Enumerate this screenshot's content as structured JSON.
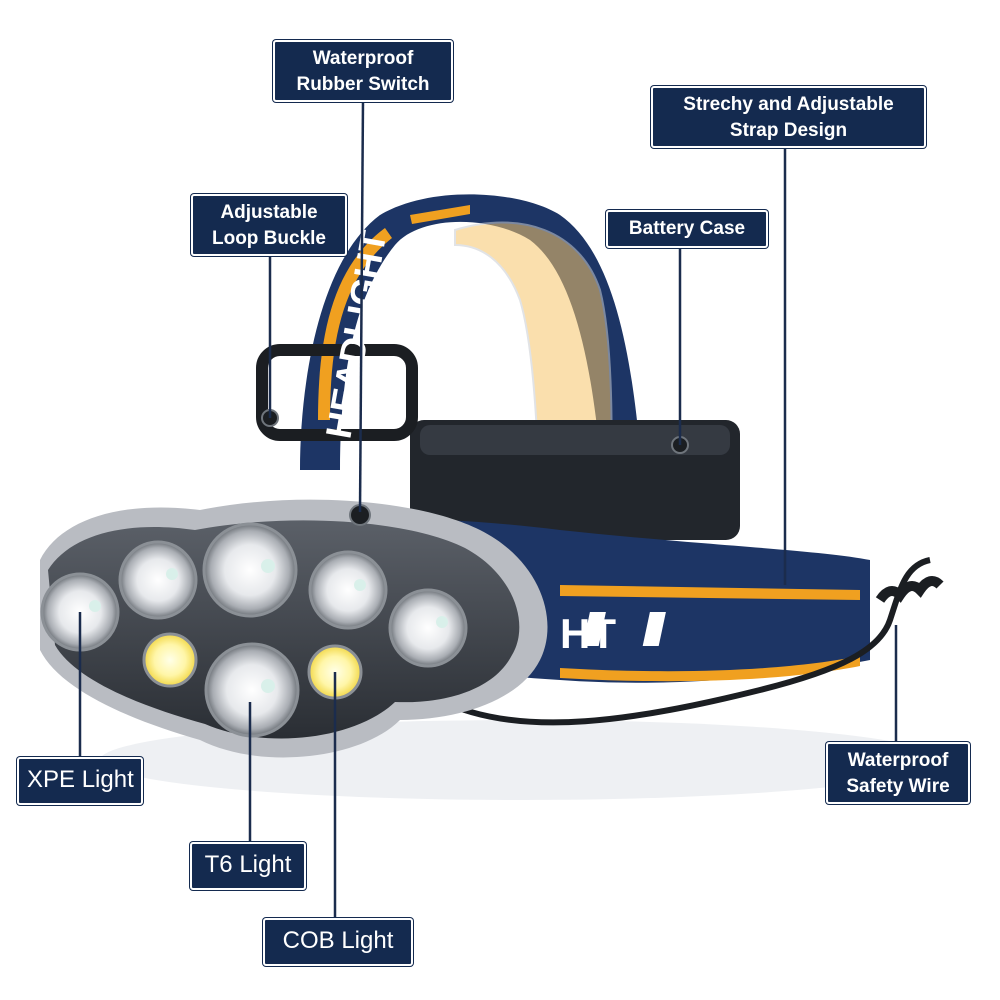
{
  "colors": {
    "label_bg": "#142a4f",
    "label_text": "#ffffff",
    "strap_blue": "#1d3565",
    "strap_yellow": "#f0a020",
    "housing": "#2b2f36",
    "rim": "#b9bcc2",
    "leader_line": "#1b2c4d"
  },
  "callouts": {
    "waterproof_switch": {
      "line1": "Waterproof",
      "line2": "Rubber Switch"
    },
    "strap_design": {
      "line1": "Strechy and Adjustable",
      "line2": "Strap Design"
    },
    "loop_buckle": {
      "line1": "Adjustable",
      "line2": "Loop Buckle"
    },
    "battery_case": {
      "text": "Battery Case"
    },
    "xpe_light": {
      "text": "XPE Light"
    },
    "safety_wire": {
      "line1": "Waterproof",
      "line2": "Safety Wire"
    },
    "t6_light": {
      "text": "T6 Light"
    },
    "cob_light": {
      "text": "COB  Light"
    }
  },
  "strap_print": {
    "text_a": "HEADLIGHT",
    "text_b": "LIGHT",
    "text_c": "HT"
  }
}
